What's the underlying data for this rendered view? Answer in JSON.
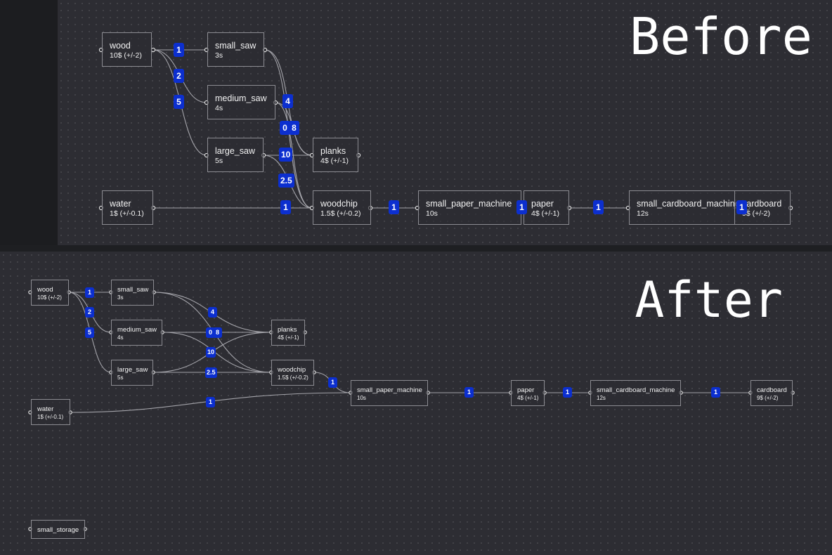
{
  "before": {
    "label": "Before",
    "nodes": {
      "wood": {
        "name": "wood",
        "sub": "10$ (+/-2)"
      },
      "small_saw": {
        "name": "small_saw",
        "sub": "3s"
      },
      "medium_saw": {
        "name": "medium_saw",
        "sub": "4s"
      },
      "large_saw": {
        "name": "large_saw",
        "sub": "5s"
      },
      "planks": {
        "name": "planks",
        "sub": "4$ (+/-1)"
      },
      "water": {
        "name": "water",
        "sub": "1$ (+/-0.1)"
      },
      "woodchip": {
        "name": "woodchip",
        "sub": "1.5$ (+/-0.2)"
      },
      "small_paper_machine": {
        "name": "small_paper_machine",
        "sub": "10s"
      },
      "paper": {
        "name": "paper",
        "sub": "4$ (+/-1)"
      },
      "small_cardboard_machine": {
        "name": "small_cardboard_machine",
        "sub": "12s"
      },
      "cardboard": {
        "name": "cardboard",
        "sub": "9$ (+/-2)"
      }
    },
    "badges": {
      "wood_small_saw": "1",
      "wood_medium_saw": "2",
      "wood_large_saw": "5",
      "to_planks_small": "4",
      "to_planks_medium_a": "0",
      "to_planks_medium_b": "8",
      "to_planks_large": "10",
      "to_woodchip_large": "2.5",
      "water_woodchip": "1",
      "woodchip_paper_machine": "1",
      "paper_machine_paper": "1",
      "paper_cardboard_machine": "1",
      "cardboard_machine_cardboard": "1"
    }
  },
  "after": {
    "label": "After",
    "nodes": {
      "wood": {
        "name": "wood",
        "sub": "10$ (+/-2)"
      },
      "small_saw": {
        "name": "small_saw",
        "sub": "3s"
      },
      "medium_saw": {
        "name": "medium_saw",
        "sub": "4s"
      },
      "large_saw": {
        "name": "large_saw",
        "sub": "5s"
      },
      "planks": {
        "name": "planks",
        "sub": "4$ (+/-1)"
      },
      "woodchip": {
        "name": "woodchip",
        "sub": "1.5$ (+/-0.2)"
      },
      "water": {
        "name": "water",
        "sub": "1$ (+/-0.1)"
      },
      "small_paper_machine": {
        "name": "small_paper_machine",
        "sub": "10s"
      },
      "paper": {
        "name": "paper",
        "sub": "4$ (+/-1)"
      },
      "small_cardboard_machine": {
        "name": "small_cardboard_machine",
        "sub": "12s"
      },
      "cardboard": {
        "name": "cardboard",
        "sub": "9$ (+/-2)"
      },
      "small_storage": {
        "name": "small_storage",
        "sub": ""
      }
    },
    "badges": {
      "wood_small_saw": "1",
      "wood_medium_saw": "2",
      "wood_large_saw": "5",
      "small_saw_out": "4",
      "medium_saw_out_a": "0",
      "medium_saw_out_b": "8",
      "mid_out": "10",
      "large_saw_out": "2.5",
      "woodchip_paper_machine": "1",
      "water_paper_machine": "1",
      "paper_machine_paper": "1",
      "paper_cardboard_machine": "1",
      "cardboard_machine_cardboard": "1"
    }
  }
}
